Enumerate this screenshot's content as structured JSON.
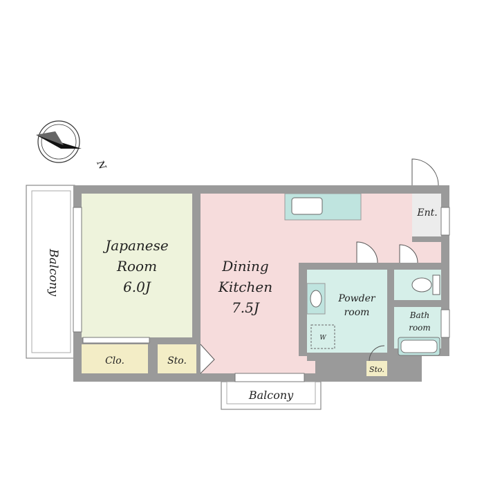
{
  "compass": {
    "label": "N"
  },
  "rooms": {
    "japanese": {
      "name_line1": "Japanese",
      "name_line2": "Room",
      "size": "6.0J",
      "color": "#eef3dc"
    },
    "dining": {
      "name_line1": "Dining",
      "name_line2": "Kitchen",
      "size": "7.5J",
      "color": "#f6dcdc"
    },
    "powder": {
      "name_line1": "Powder",
      "name_line2": "room",
      "color": "#d6efe9"
    },
    "bath": {
      "name_line1": "Bath",
      "name_line2": "room",
      "color": "#d6efe9"
    },
    "closet": {
      "name": "Clo.",
      "color": "#f3edc6"
    },
    "storage_1": {
      "name": "Sto.",
      "color": "#f3edc6"
    },
    "storage_2": {
      "name": "Sto.",
      "color": "#f3edc6"
    },
    "entrance": {
      "name": "Ent.",
      "color": "#ececec"
    }
  },
  "balconies": {
    "west": "Balcony",
    "south": "Balcony"
  },
  "fixtures": {
    "washer_mark": "W"
  },
  "colors": {
    "wall": "#9a9a9a",
    "wall_dark": "#6e6e6e",
    "fixture": "#bfe4df"
  }
}
